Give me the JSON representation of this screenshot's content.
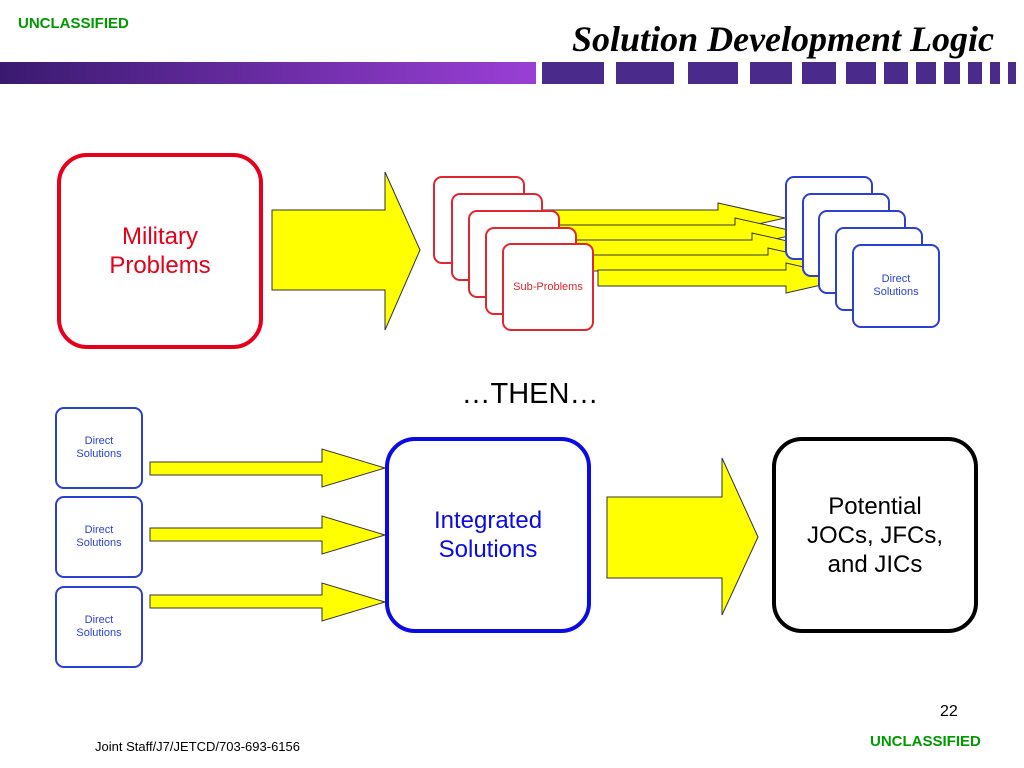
{
  "classification_top": "UNCLASSIFIED",
  "classification_bottom": "UNCLASSIFIED",
  "title": "Solution Development Logic",
  "military_problems": "Military Problems",
  "sub_problems": "Sub-Problems",
  "direct_solutions": "Direct Solutions",
  "then_text": "…THEN…",
  "integrated_solutions": "Integrated Solutions",
  "potential": "Potential JOCs, JFCs, and JICs",
  "footer": "Joint Staff/J7/JETCD/703-693-6156",
  "page_number": "22",
  "colors": {
    "purple": "#7733aa",
    "arrow_fill": "#ffff00",
    "problem_red": "#e6001a",
    "solution_blue": "#0a0ae6",
    "classification_green": "#009900"
  }
}
